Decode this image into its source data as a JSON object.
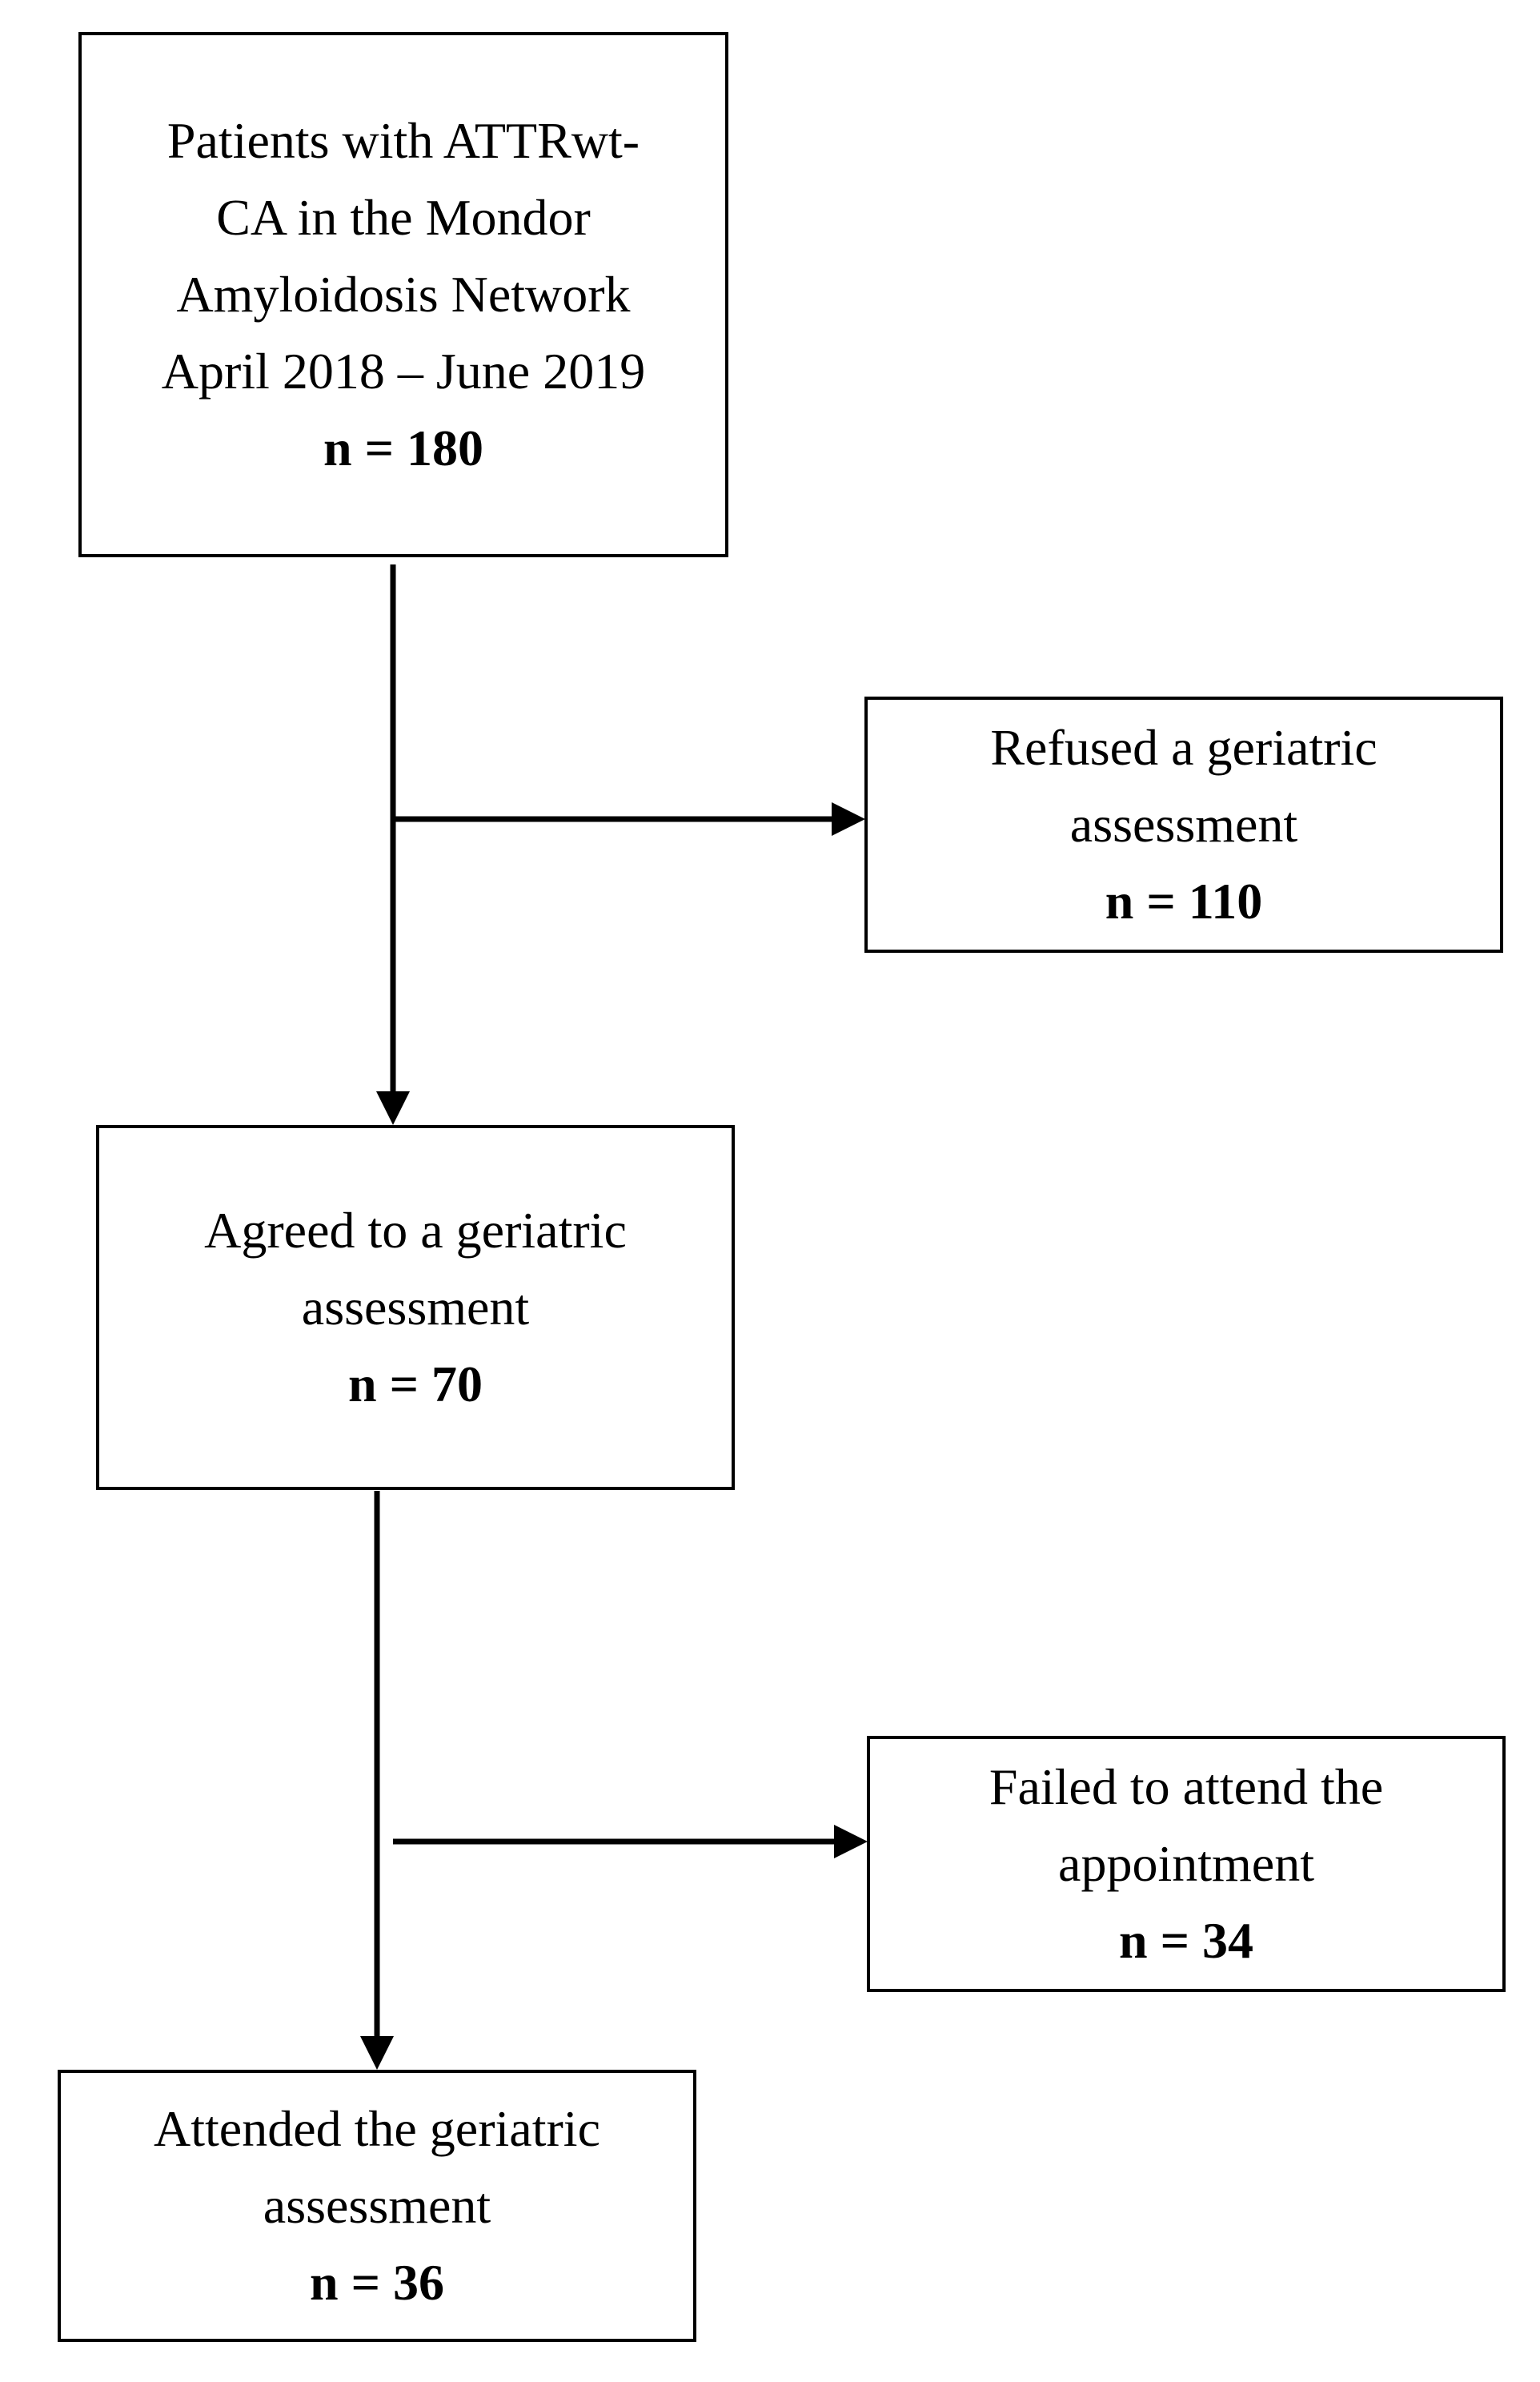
{
  "boxes": {
    "screened": {
      "lines": [
        "Patients with ATTRwt-",
        "CA in the Mondor",
        "Amyloidosis Network",
        "April 2018 – June 2019"
      ],
      "count": "n = 180"
    },
    "refused": {
      "lines": [
        "Refused a geriatric",
        "assessment"
      ],
      "count": "n = 110"
    },
    "agreed": {
      "lines": [
        "Agreed to a geriatric",
        "assessment"
      ],
      "count": "n = 70"
    },
    "failed": {
      "lines": [
        "Failed to attend the",
        "appointment"
      ],
      "count": "n = 34"
    },
    "attended": {
      "lines": [
        "Attended the geriatric",
        "assessment"
      ],
      "count": "n = 36"
    }
  },
  "colors": {
    "stroke": "#000000",
    "background": "#ffffff"
  }
}
